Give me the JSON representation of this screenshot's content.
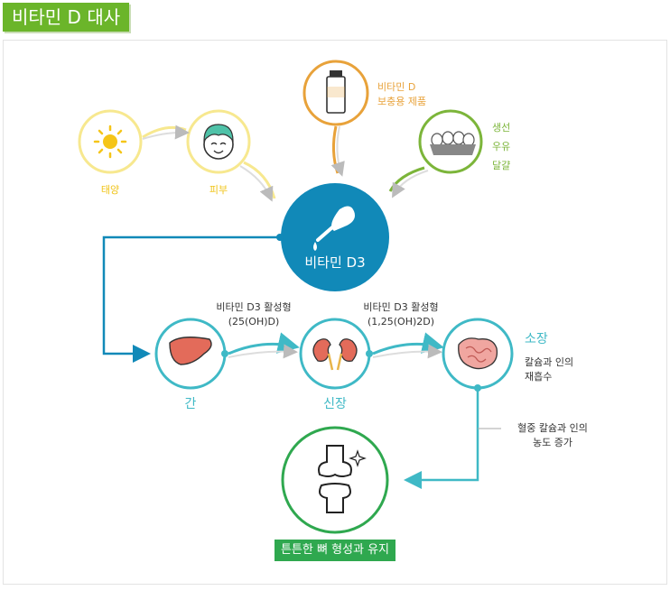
{
  "title": "비타민 D 대사",
  "labels": {
    "sun": "태양",
    "skin": "피부",
    "supplement": "비타민 D\n보충용 제품",
    "foods": "생선\n우유\n달걀",
    "d3": "비타민 D3",
    "active1": "비타민 D3 활성형\n(25(OH)D)",
    "active2": "비타민 D3 활성형\n(1,25(OH)2D)",
    "liver": "간",
    "kidney": "신장",
    "intestine": "소장",
    "reabsorb": "칼슘과 인의\n재흡수",
    "blood": "혈중 칼슘과 인의\n농도 증가",
    "result": "튼튼한 뼈 형성과 유지"
  },
  "colors": {
    "title_bg": "#6bb52a",
    "sun": "#f7e88f",
    "supplement": "#e8a23a",
    "foods": "#7cb53a",
    "d3": "#1189b8",
    "organ": "#3fb9c6",
    "bone": "#2fa84f"
  }
}
